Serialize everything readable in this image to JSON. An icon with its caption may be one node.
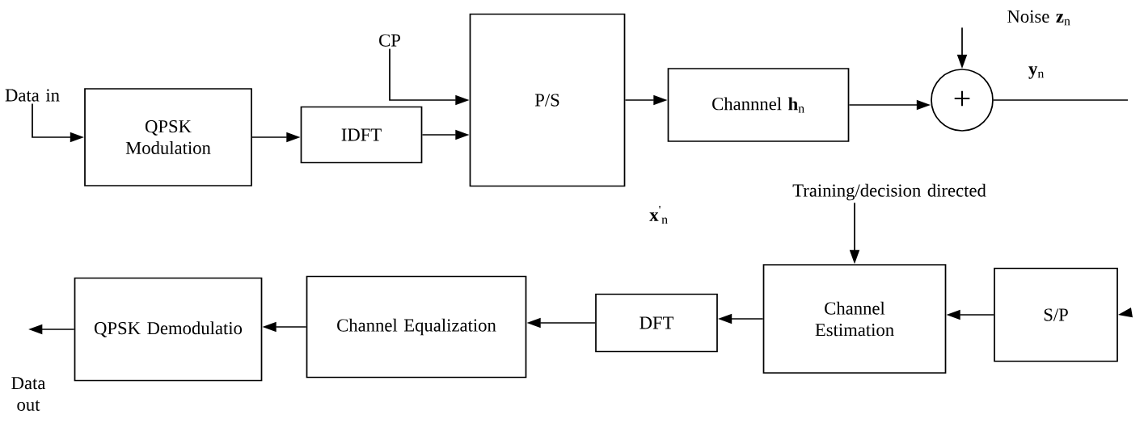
{
  "diagram": {
    "nodes": [
      {
        "text": [
          "Data in"
        ]
      },
      {
        "text": [
          "QPSK Modulation"
        ]
      },
      {
        "text": [
          "IDFT"
        ]
      },
      {
        "text": [
          "CP"
        ]
      },
      {
        "text": [
          "P/S"
        ]
      },
      {
        "text": [
          "Channnel **h**$_{n}$"
        ]
      },
      {
        "text": [
          "+"
        ]
      },
      {
        "text": [
          "Noise **z**$_{n}$"
        ]
      },
      {
        "text": [
          "Training/decision directed"
        ]
      },
      {
        "text": [
          "S/P"
        ]
      },
      {
        "text": [
          "Channel Estimation"
        ]
      },
      {
        "text": [
          "DFT"
        ]
      },
      {
        "text": [
          "Channel Equalization"
        ]
      },
      {
        "text": [
          "QPSK Demodulatio"
        ]
      },
      {
        "text": [
          "Data out"
        ]
      }
    ],
    "edges": [
      {
        "from": 0,
        "to": 1,
        "arrow": "to"
      },
      {
        "from": 1,
        "to": 2,
        "arrow": "to"
      },
      {
        "from": 2,
        "to": 4,
        "arrow": "to"
      },
      {
        "from": 3,
        "to": 4,
        "arrow": "to"
      },
      {
        "from": 4,
        "to": 5,
        "arrow": "to"
      },
      {
        "from": 5,
        "to": 6,
        "arrow": "to"
      },
      {
        "from": 7,
        "to": 6,
        "arrow": "to"
      },
      {
        "from": 6,
        "to": null,
        "arrow": "none"
      },
      {
        "from": null,
        "to": 9,
        "arrow": "to"
      },
      {
        "from": 8,
        "to": 10,
        "arrow": "to"
      },
      {
        "from": 9,
        "to": 10,
        "arrow": "to"
      },
      {
        "from": 10,
        "to": 11,
        "arrow": "to"
      },
      {
        "from": 11,
        "to": 12,
        "arrow": "to"
      },
      {
        "from": 12,
        "to": 13,
        "arrow": "to"
      },
      {
        "from": 13,
        "to": 14,
        "arrow": "to"
      }
    ],
    "labels": [
      "**y**$_{n}$",
      "**x**$^{'}$$_{n}$"
    ]
  }
}
